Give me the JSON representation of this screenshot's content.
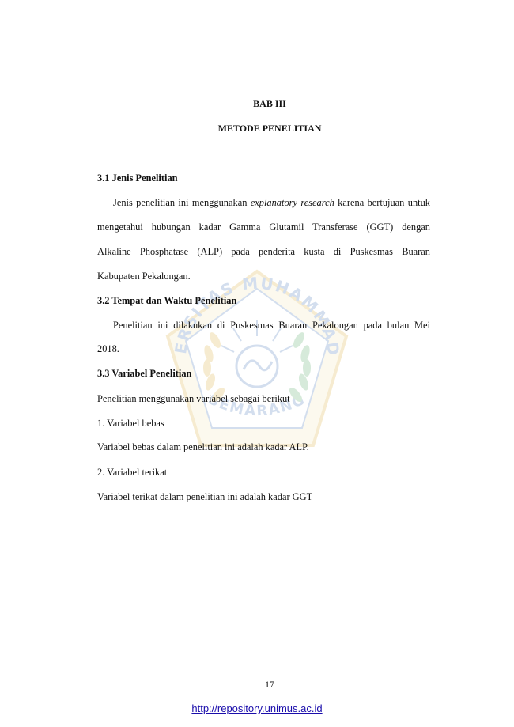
{
  "chapter": "BAB III",
  "chapter_title": "METODE PENELITIAN",
  "section_3_1": {
    "heading": "3.1 Jenis Penelitian",
    "line1_pre": "Jenis penelitian ini menggunakan ",
    "line1_italic": "explanatory research",
    "line1_post": " karena bertujuan untuk",
    "line2": "mengetahui hubungan kadar Gamma Glutamil Transferase (GGT) dengan",
    "line3": "Alkaline Phosphatase (ALP) pada penderita kusta di Puskesmas Buaran",
    "line4": "Kabupaten Pekalongan."
  },
  "section_3_2": {
    "heading": "3.2  Tempat dan Waktu Penelitian",
    "line1": "Penelitian ini dilakukan di Puskesmas Buaran Pekalongan pada bulan Mei",
    "line2": "2018."
  },
  "section_3_3": {
    "heading": "3.3 Variabel Penelitian",
    "intro": "Penelitian menggunakan variabel sebagai berikut",
    "item1": "1.  Variabel bebas",
    "item1_desc": "Variabel bebas dalam penelitian ini adalah kadar ALP.",
    "item2": "2.  Variabel terikat",
    "item2_desc": "Variabel terikat dalam penelitian ini adalah kadar GGT"
  },
  "page_number": "17",
  "footer_url": "http://repository.unimus.ac.id",
  "watermark": {
    "top_text": "UNIVERSITAS MUHAMMADIYAH",
    "bottom_text": "SEMARANG",
    "color": "#e0b43a",
    "accent": "#3b6fb5"
  }
}
